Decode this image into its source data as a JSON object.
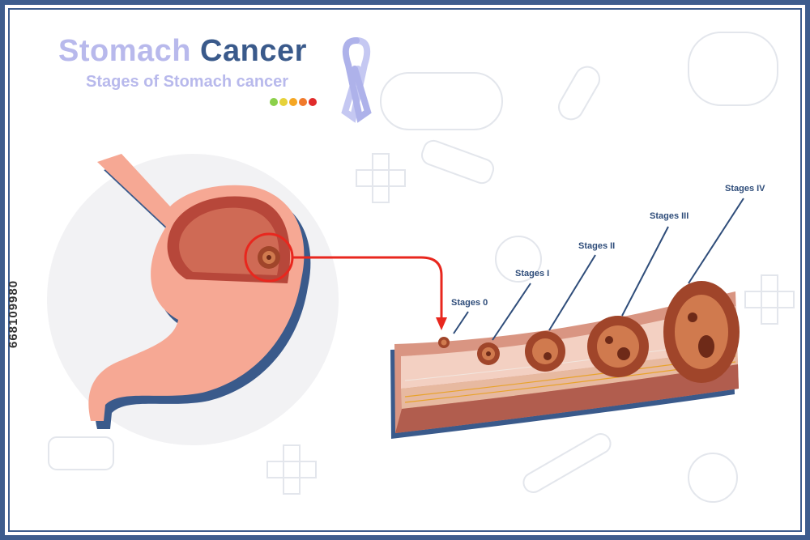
{
  "header": {
    "title_word1": "Stomach",
    "title_word2": "Cancer",
    "subtitle": "Stages of Stomach cancer",
    "dot_colors": [
      "#8bd04a",
      "#e6d23a",
      "#f5a623",
      "#f07a2c",
      "#e02b2b"
    ],
    "ribbon_icon": "awareness-ribbon-icon",
    "ribbon_color": "#c5c8f2"
  },
  "diagram": {
    "stages": [
      {
        "label": "Stages 0"
      },
      {
        "label": "Stages I"
      },
      {
        "label": "Stages II"
      },
      {
        "label": "Stages III"
      },
      {
        "label": "Stages IV"
      }
    ],
    "colors": {
      "stomach": "#f6a894",
      "stomach_shadow": "#3a5a8b",
      "tumor": "#a0452a",
      "highlight": "#e8271e",
      "frame": "#3d5d8e"
    }
  },
  "watermark": "668109980"
}
